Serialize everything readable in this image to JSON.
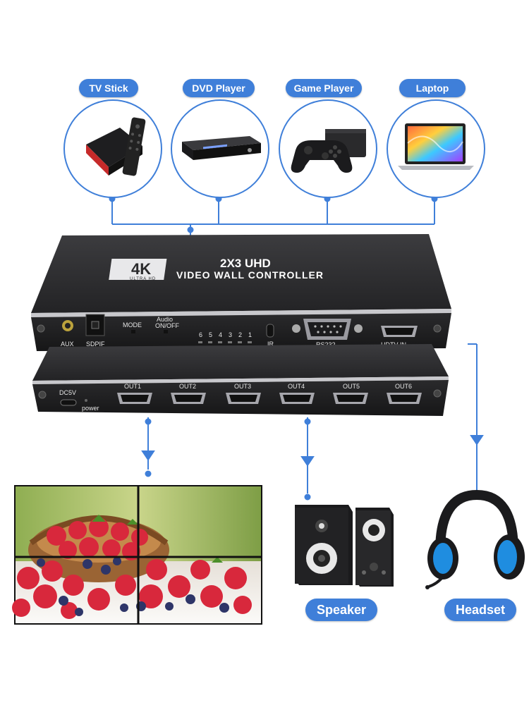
{
  "sources": [
    {
      "label": "TV Stick"
    },
    {
      "label": "DVD Player"
    },
    {
      "label": "Game Player"
    },
    {
      "label": "Laptop"
    }
  ],
  "device": {
    "badge_big": "4K",
    "badge_small": "ULTRA HD",
    "title_line1": "2X3 UHD",
    "title_line2": "VIDEO WALL CONTROLLER",
    "top_ports": {
      "aux": "AUX",
      "spdif": "SDPIF",
      "mode": "MODE",
      "audio": "Audio",
      "on_off": "ON/OFF",
      "leds": [
        "6",
        "5",
        "4",
        "3",
        "2",
        "1"
      ],
      "ir": "IR",
      "rs232": "RS232",
      "hdmi_in": "HDTV IN"
    },
    "bottom_ports": {
      "dc": "DC5V",
      "power": "power",
      "outputs": [
        "OUT1",
        "OUT2",
        "OUT3",
        "OUT4",
        "OUT5",
        "OUT6"
      ]
    }
  },
  "outputs": [
    {
      "label": "Speaker"
    },
    {
      "label": "Headset"
    }
  ],
  "colors": {
    "accent": "#3f7fd9",
    "device": "#2b2b2d"
  }
}
